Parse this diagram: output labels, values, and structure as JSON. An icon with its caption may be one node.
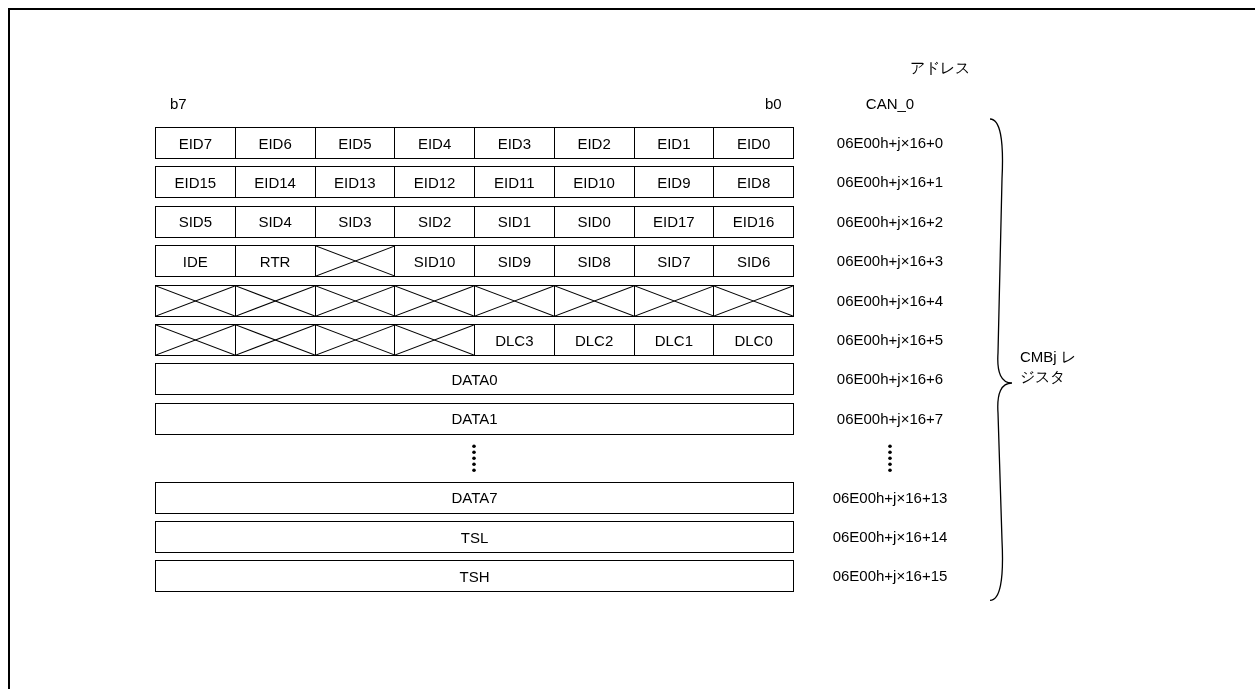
{
  "diagram": {
    "nodes": [
      {
        "text": [
          "EID7"
        ]
      },
      {
        "text": [
          "EID6"
        ]
      },
      {
        "text": [
          "EID5"
        ]
      },
      {
        "text": [
          "EID4"
        ]
      },
      {
        "text": [
          "EID3"
        ]
      },
      {
        "text": [
          "EID2"
        ]
      },
      {
        "text": [
          "EID1"
        ]
      },
      {
        "text": [
          "EID0"
        ]
      },
      {
        "text": [
          "EID15"
        ]
      },
      {
        "text": [
          "EID14"
        ]
      },
      {
        "text": [
          "EID13"
        ]
      },
      {
        "text": [
          "EID12"
        ]
      },
      {
        "text": [
          "EID11"
        ]
      },
      {
        "text": [
          "EID10"
        ]
      },
      {
        "text": [
          "EID9"
        ]
      },
      {
        "text": [
          "EID8"
        ]
      },
      {
        "text": [
          "SID5"
        ]
      },
      {
        "text": [
          "SID4"
        ]
      },
      {
        "text": [
          "SID3"
        ]
      },
      {
        "text": [
          "SID2"
        ]
      },
      {
        "text": [
          "SID1"
        ]
      },
      {
        "text": [
          "SID0"
        ]
      },
      {
        "text": [
          "EID17"
        ]
      },
      {
        "text": [
          "EID16"
        ]
      },
      {
        "text": [
          "IDE"
        ]
      },
      {
        "text": [
          "RTR"
        ]
      },
      {
        "text": [],
        "shape": "box"
      },
      {
        "text": [
          "SID10"
        ]
      },
      {
        "text": [
          "SID9"
        ]
      },
      {
        "text": [
          "SID8"
        ]
      },
      {
        "text": [
          "SID7"
        ]
      },
      {
        "text": [
          "SID6"
        ]
      },
      {
        "text": [],
        "shape": "box"
      },
      {
        "text": [],
        "shape": "box"
      },
      {
        "text": [],
        "shape": "box"
      },
      {
        "text": [],
        "shape": "box"
      },
      {
        "text": [],
        "shape": "box"
      },
      {
        "text": [],
        "shape": "box"
      },
      {
        "text": [],
        "shape": "box"
      },
      {
        "text": [],
        "shape": "box"
      },
      {
        "text": [],
        "shape": "box"
      },
      {
        "text": [],
        "shape": "box"
      },
      {
        "text": [],
        "shape": "box"
      },
      {
        "text": [],
        "shape": "box"
      },
      {
        "text": [
          "DLC3"
        ]
      },
      {
        "text": [
          "DLC2"
        ]
      },
      {
        "text": [
          "DLC1"
        ]
      },
      {
        "text": [
          "DLC0"
        ]
      },
      {
        "text": [
          "DATA0"
        ]
      },
      {
        "text": [
          "DATA1"
        ]
      },
      {
        "text": [
          "DATA7"
        ]
      },
      {
        "text": [
          "TSL"
        ]
      },
      {
        "text": [
          "TSH"
        ]
      }
    ],
    "labels": [
      "アドレス",
      "b7",
      "b0",
      "CAN_0",
      "06E00h+j×16+0",
      "06E00h+j×16+1",
      "06E00h+j×16+2",
      "06E00h+j×16+3",
      "06E00h+j×16+4",
      "06E00h+j×16+5",
      "CMBj レジスタ",
      "06E00h+j×16+6",
      "06E00h+j×16+7",
      "06E00h+j×16+13",
      "06E00h+j×16+14",
      "06E00h+j×16+15"
    ]
  }
}
